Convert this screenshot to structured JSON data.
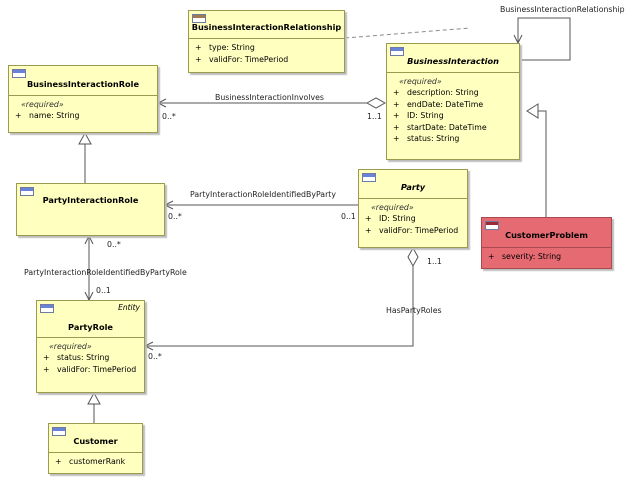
{
  "classes": {
    "bir_rel": {
      "name": "BusinessInteractionRelationship",
      "attributes": [
        "type: String",
        "validFor: TimePeriod"
      ]
    },
    "bi": {
      "name": "BusinessInteraction",
      "stereotype_label": "«required»",
      "attributes": [
        "description: String",
        "endDate: DateTime",
        "ID: String",
        "startDate: DateTime",
        "status: String"
      ]
    },
    "birole": {
      "name": "BusinessInteractionRole",
      "stereotype_label": "«required»",
      "attributes": [
        "name: String"
      ]
    },
    "pir": {
      "name": "PartyInteractionRole"
    },
    "party": {
      "name": "Party",
      "stereotype_label": "«required»",
      "attributes": [
        "ID: String",
        "validFor: TimePeriod"
      ]
    },
    "cp": {
      "name": "CustomerProblem",
      "attributes": [
        "severity: String"
      ]
    },
    "partyrole": {
      "name": "PartyRole",
      "tag": "Entity",
      "stereotype_label": "«required»",
      "attributes": [
        "status: String",
        "validFor: TimePeriod"
      ]
    },
    "customer": {
      "name": "Customer",
      "attributes": [
        "customerRank"
      ]
    }
  },
  "visibility": "+",
  "associations": {
    "self_rel": "BusinessInteractionRelationship",
    "involves": {
      "name": "BusinessInteractionInvolves",
      "left_mult": "0..*",
      "right_mult": "1..1"
    },
    "identified_by_party": {
      "name": "PartyInteractionRoleIdentifiedByParty",
      "left_mult": "0..*",
      "right_mult": "0..1"
    },
    "identified_by_party_role": {
      "name": "PartyInteractionRoleIdentifiedByPartyRole",
      "top_mult": "0..*",
      "bottom_mult": "0..1"
    },
    "has_party_roles": {
      "name": "HasPartyRoles",
      "top_mult": "1..1",
      "bottom_mult": "0..*"
    }
  },
  "colors": {
    "class_fill": "#ffffc0",
    "highlight_fill": "#e66a72",
    "icon_blue": "#6a83d9"
  }
}
